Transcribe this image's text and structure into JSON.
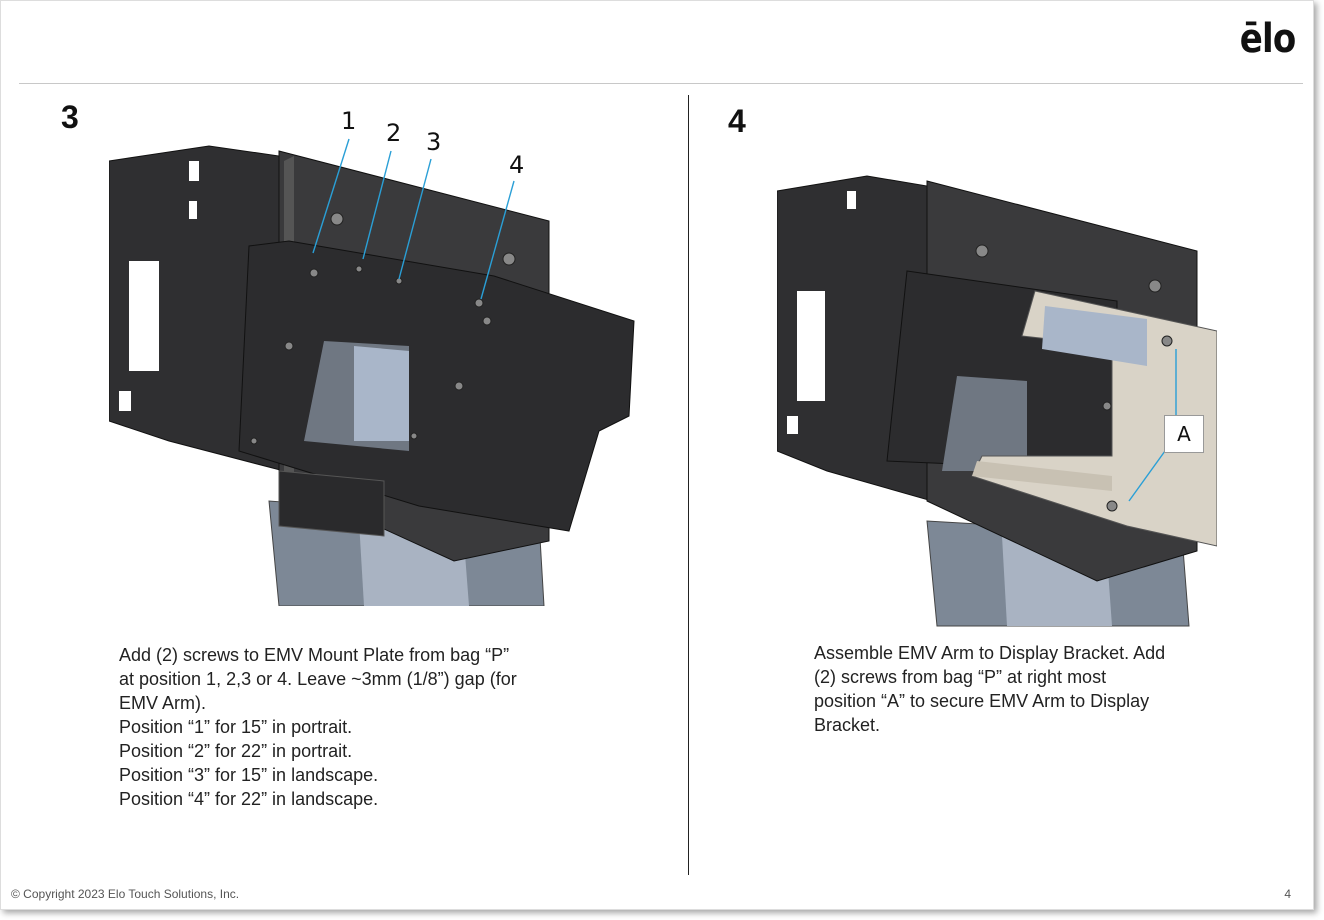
{
  "header": {
    "logo_text": "ēlo"
  },
  "left": {
    "step_number": "3",
    "callouts": [
      "1",
      "2",
      "3",
      "4"
    ],
    "lines": [
      "Add (2) screws to EMV Mount Plate from bag “P”",
      "at position 1, 2,3 or 4. Leave ~3mm (1/8”) gap (for",
      "EMV Arm).",
      "Position “1” for 15” in portrait.",
      "Position “2” for 22” in portrait.",
      "Position “3” for 15” in landscape.",
      "Position “4” for 22” in landscape."
    ]
  },
  "right": {
    "step_number": "4",
    "callout_label": "A",
    "lines": [
      "Assemble EMV Arm to Display Bracket. Add",
      "(2) screws from bag “P” at right most",
      "position “A” to secure EMV Arm to Display",
      "Bracket."
    ]
  },
  "footer": {
    "copyright": "© Copyright 2023 Elo Touch Solutions, Inc.",
    "page_number": "4"
  },
  "colors": {
    "callout_line": "#2a9fd6",
    "bracket": "#3a3a3c",
    "stand": "#7d8896",
    "emv_arm": "#d9d3c7"
  }
}
